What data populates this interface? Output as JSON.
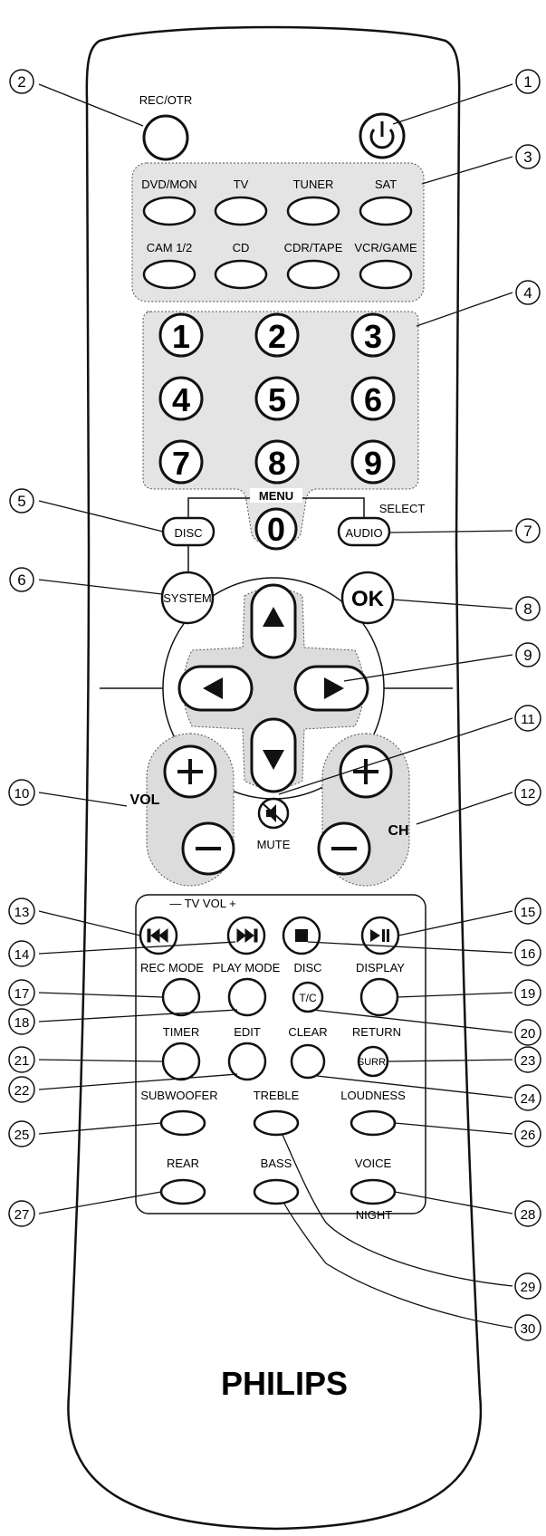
{
  "labels": {
    "rec_otr": "REC/OTR",
    "dvd_mon": "DVD/MON",
    "tv": "TV",
    "tuner": "TUNER",
    "sat": "SAT",
    "cam": "CAM 1/2",
    "cd": "CD",
    "cdr_tape": "CDR/TAPE",
    "vcr_game": "VCR/GAME",
    "menu": "MENU",
    "select": "SELECT",
    "disc": "DISC",
    "audio": "AUDIO",
    "system": "SYSTEM",
    "ok": "OK",
    "vol": "VOL",
    "ch": "CH",
    "mute": "MUTE",
    "tv_vol": "— TV VOL +",
    "rec_mode": "REC MODE",
    "play_mode": "PLAY MODE",
    "disc2": "DISC",
    "display": "DISPLAY",
    "tc": "T/C",
    "timer": "TIMER",
    "edit": "EDIT",
    "clear": "CLEAR",
    "return": "RETURN",
    "surr": "SURR.",
    "subwoofer": "SUBWOOFER",
    "treble": "TREBLE",
    "loudness": "LOUDNESS",
    "rear": "REAR",
    "bass": "BASS",
    "voice": "VOICE",
    "night": "NIGHT",
    "brand": "PHILIPS"
  },
  "digits": [
    "1",
    "2",
    "3",
    "4",
    "5",
    "6",
    "7",
    "8",
    "9",
    "0"
  ],
  "callouts": [
    "1",
    "2",
    "3",
    "4",
    "5",
    "6",
    "7",
    "8",
    "9",
    "10",
    "11",
    "12",
    "13",
    "14",
    "15",
    "16",
    "17",
    "18",
    "19",
    "20",
    "21",
    "22",
    "23",
    "24",
    "25",
    "26",
    "27",
    "28",
    "29",
    "30"
  ]
}
